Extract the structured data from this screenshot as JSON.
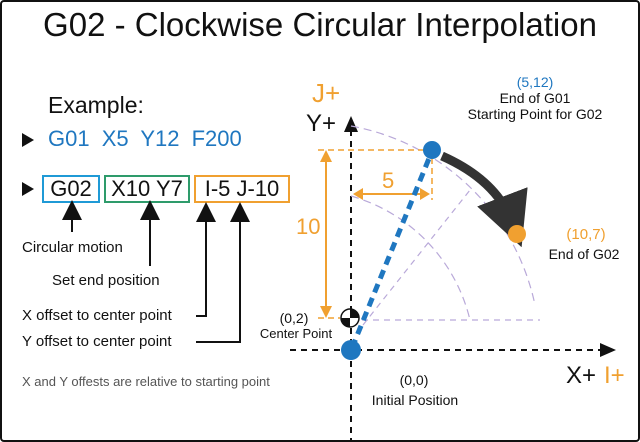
{
  "title": "G02 - Clockwise Circular Interpolation",
  "example_label": "Example:",
  "g01_code": "G01  X5 Y12  F200",
  "g02_words": {
    "g": "G02",
    "xy": "X10 Y7",
    "ij": "I-5 J-10"
  },
  "annotations": {
    "circular_motion": "Circular motion",
    "set_end": "Set end position",
    "x_offset": "X offset to center point",
    "y_offset": "Y offset to center point"
  },
  "note": "X and Y offests are relative to starting point",
  "axes": {
    "j_plus": "J+",
    "y_plus": "Y+",
    "x_plus": "X+",
    "i_plus": "I+"
  },
  "dimensions": {
    "horizontal": "5",
    "vertical": "10"
  },
  "points": {
    "start": {
      "coord": "(5,12)",
      "line1": "End of G01",
      "line2": "Starting Point for G02"
    },
    "end": {
      "coord": "(10,7)",
      "line1": "End of G02"
    },
    "center": {
      "coord": "(0,2)",
      "line1": "Center Point"
    },
    "origin": {
      "coord": "(0,0)",
      "line1": "Initial Position"
    }
  },
  "colors": {
    "blue": "#1f77c0",
    "orange": "#f0a030",
    "green": "#2e9b6b",
    "light_blue": "#1f9ad6",
    "arc": "#333333",
    "dashed_guide": "#b9a9d9"
  }
}
